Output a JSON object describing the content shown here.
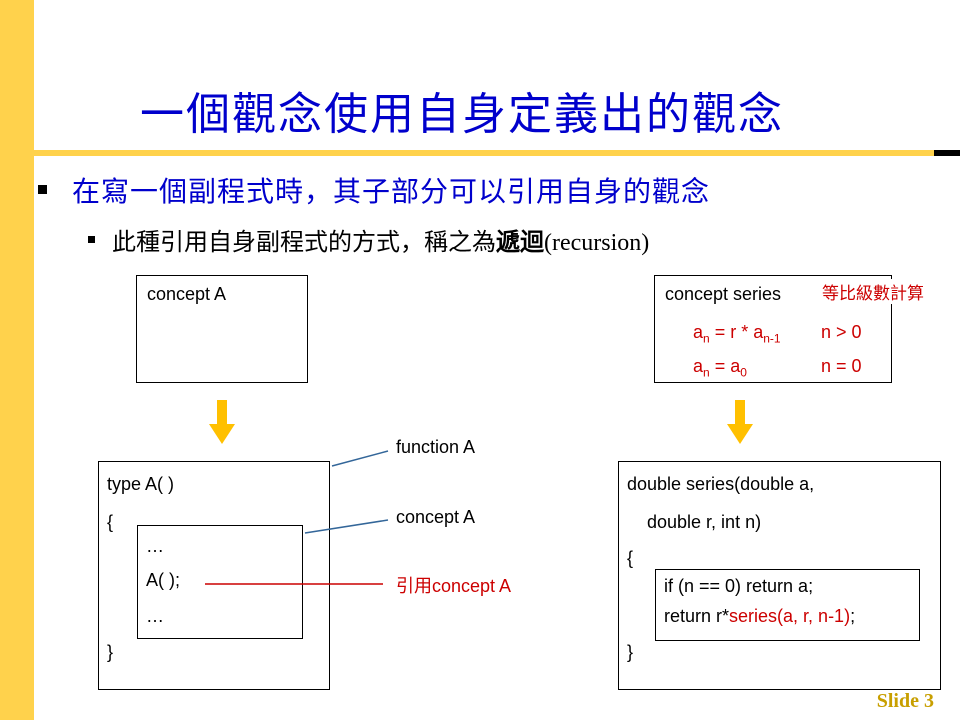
{
  "slide": {
    "title": "一個觀念使用自身定義出的觀念",
    "bullet1": "在寫一個副程式時，其子部分可以引用自身的觀念",
    "bullet2_prefix": "此種引用自身副程式的方式，稱之為",
    "bullet2_term": "遞迴",
    "bullet2_latin": "(recursion)",
    "slide_number": "Slide 3"
  },
  "left": {
    "concept_box_label": "concept A",
    "code_line1": "type  A( )",
    "code_open": "{",
    "inner_dots1": "…",
    "inner_call": "A( );",
    "inner_dots2": "…",
    "code_close": "}",
    "callout_function": "function A",
    "callout_concept": "concept A",
    "callout_ref_cn": "引用",
    "callout_ref_en": "concept A"
  },
  "right": {
    "concept_box_label": "concept series",
    "note_cn": "等比級數計算",
    "formula1_a": "a",
    "formula1_sub_n": "n",
    "formula1_mid": " = r * a",
    "formula1_sub_n1": "n-1",
    "formula1_cond": "n > 0",
    "formula2_a": "a",
    "formula2_sub_n": "n",
    "formula2_mid": " = a",
    "formula2_sub_0": "0",
    "formula2_cond": "n = 0",
    "code_line1": "double series(double a,",
    "code_line2": "double r, int n)",
    "code_open": "{",
    "inner_line1": "if (n == 0) return a;",
    "inner_line2_prefix": "return r*",
    "inner_line2_call": "series(a, r, n-1)",
    "inner_line2_suffix": ";",
    "code_close": "}"
  },
  "colors": {
    "accent_yellow": "#FFD24C",
    "title_blue": "#0000CC",
    "highlight_red": "#CC0000",
    "slide_number_gold": "#C89F00"
  }
}
